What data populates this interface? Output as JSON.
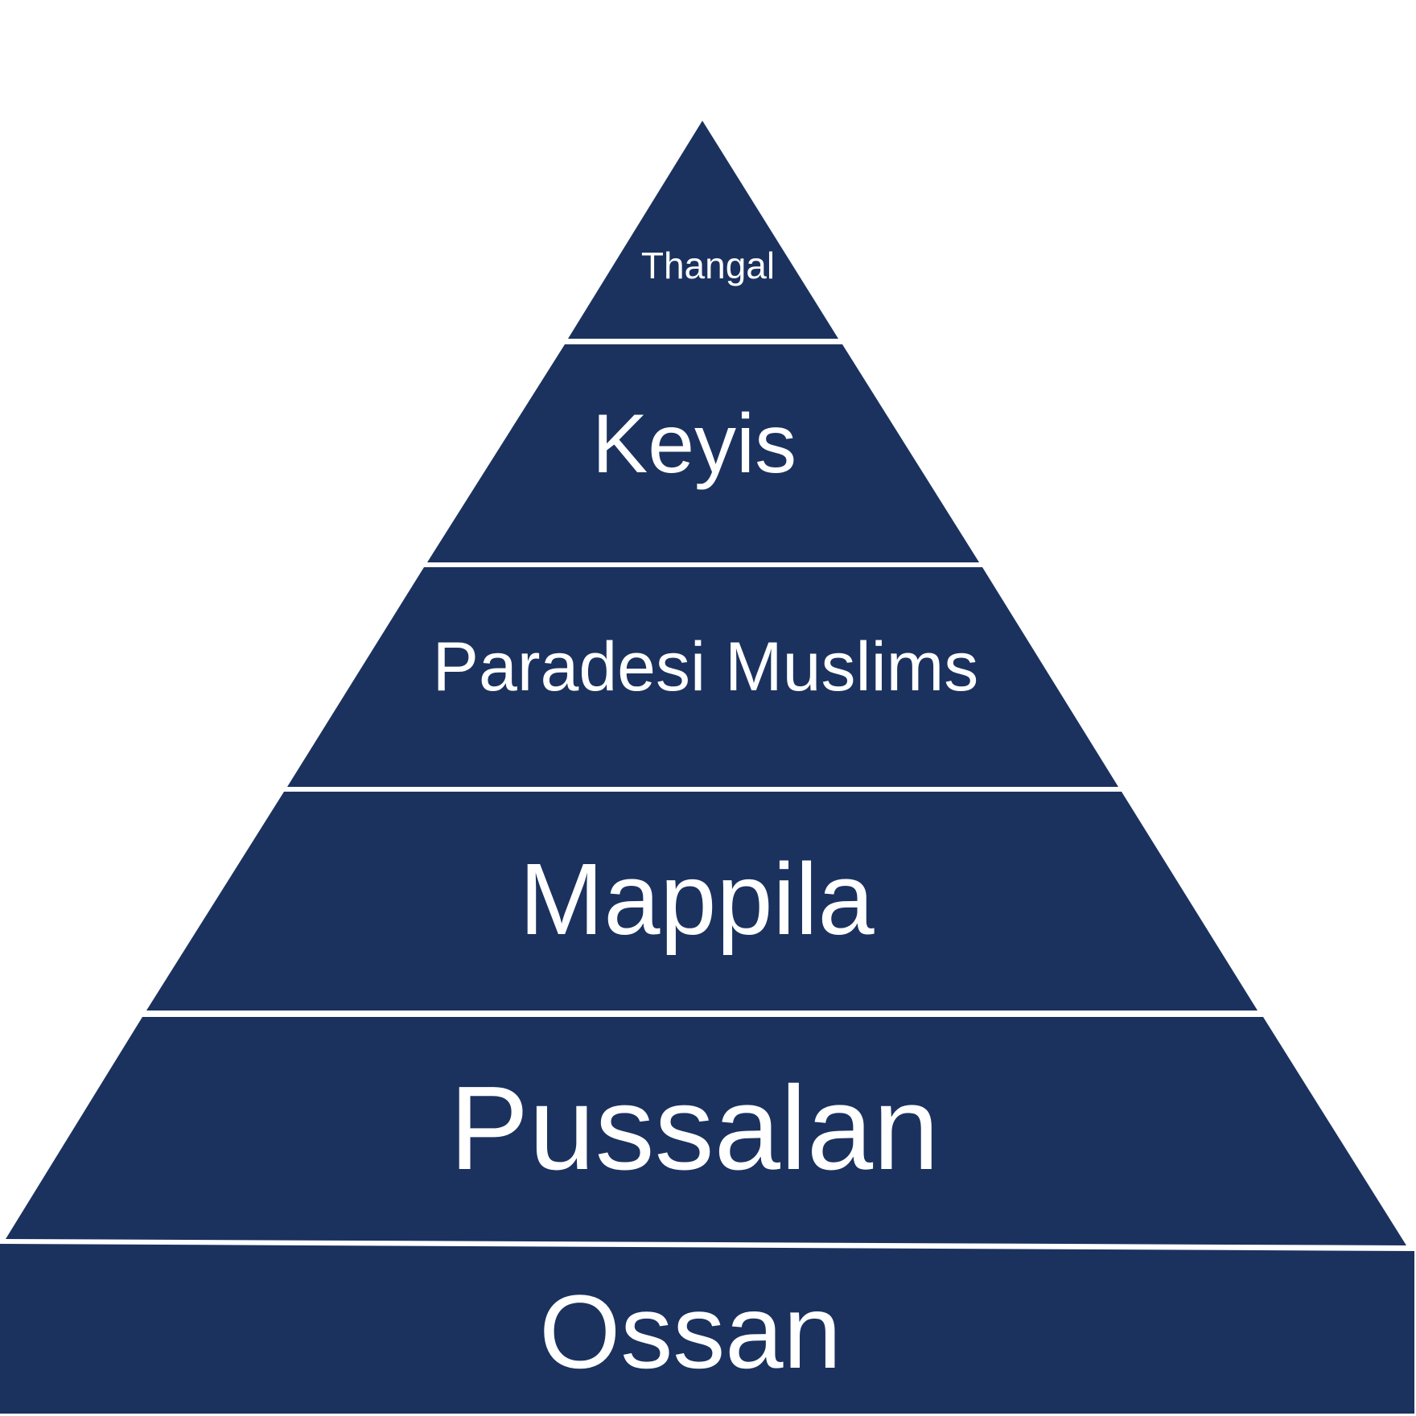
{
  "diagram": {
    "type": "pyramid",
    "fill_color": "#1b325f",
    "text_color": "#ffffff",
    "background_color": "#ffffff",
    "order": "top-to-bottom",
    "tiers": [
      {
        "label": "Thangal"
      },
      {
        "label": "Keyis"
      },
      {
        "label": "Paradesi Muslims"
      },
      {
        "label": "Mappila"
      },
      {
        "label": "Pussalan"
      },
      {
        "label": "Ossan"
      }
    ]
  }
}
